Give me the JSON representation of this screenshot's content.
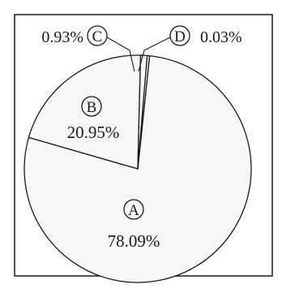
{
  "chart_data": {
    "type": "pie",
    "slices": [
      {
        "label": "A",
        "value": 78.09,
        "value_label": "78.09%"
      },
      {
        "label": "B",
        "value": 20.95,
        "value_label": "20.95%"
      },
      {
        "label": "C",
        "value": 0.93,
        "value_label": "0.93%"
      },
      {
        "label": "D",
        "value": 0.03,
        "value_label": "0.03%"
      }
    ],
    "colors": {
      "fill": "#f7f7f7",
      "stroke": "#1a1a1a",
      "frame": "#1a1a1a"
    }
  }
}
